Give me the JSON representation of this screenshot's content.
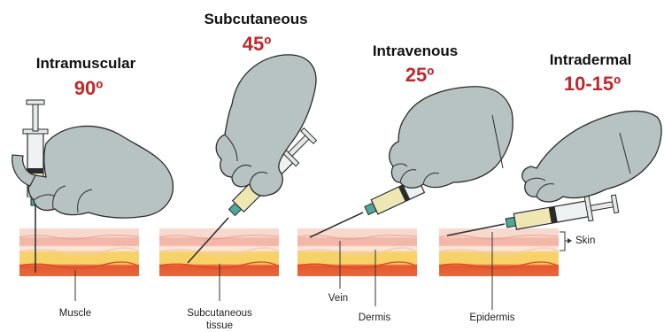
{
  "injections": [
    {
      "title": "Intramuscular",
      "angle": "90º"
    },
    {
      "title": "Subcutaneous",
      "angle": "45º"
    },
    {
      "title": "Intravenous",
      "angle": "25º"
    },
    {
      "title": "Intradermal",
      "angle": "10-15º"
    }
  ],
  "labels": {
    "muscle": "Muscle",
    "subcutaneous_tissue": "Subcutaneous tissue",
    "vein": "Vein",
    "dermis": "Dermis",
    "epidermis": "Epidermis",
    "skin": "Skin"
  },
  "colors": {
    "angle_red": "#c0282d",
    "glove": "#b7c3c2",
    "glove_outline": "#2b2b2b",
    "epidermis": "#f7d9cf",
    "dermis": "#f2b7a8",
    "subcutaneous_fat": "#f7d268",
    "muscle": "#e8582e",
    "liquid": "#efe7b2",
    "needle_hub": "#4fa89a"
  }
}
